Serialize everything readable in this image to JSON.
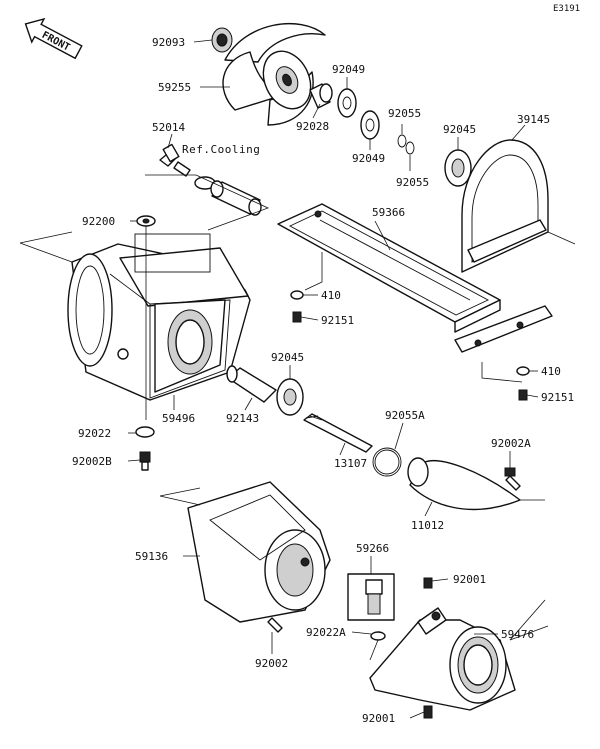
{
  "diagram_code": "E3191",
  "front_label": "FRONT",
  "ref_note": "Ref.Cooling",
  "parts": {
    "p92093": "92093",
    "p59255": "59255",
    "p92049a": "92049",
    "p92028": "92028",
    "p92049b": "92049",
    "p92055a": "92055",
    "p92055b": "92055",
    "p92045a": "92045",
    "p39145": "39145",
    "p52014": "52014",
    "p92200": "92200",
    "p59366": "59366",
    "p410a": "410",
    "p92151a": "92151",
    "p92045b": "92045",
    "p410b": "410",
    "p92151b": "92151",
    "p59496": "59496",
    "p92143": "92143",
    "p92022": "92022",
    "p92002b": "92002B",
    "p13107": "13107",
    "p92055aa": "92055A",
    "p92002a": "92002A",
    "p11012": "11012",
    "p59136": "59136",
    "p59266": "59266",
    "p92001a": "92001",
    "p92022a": "92022A",
    "p59476": "59476",
    "p92002": "92002",
    "p92001b": "92001"
  }
}
